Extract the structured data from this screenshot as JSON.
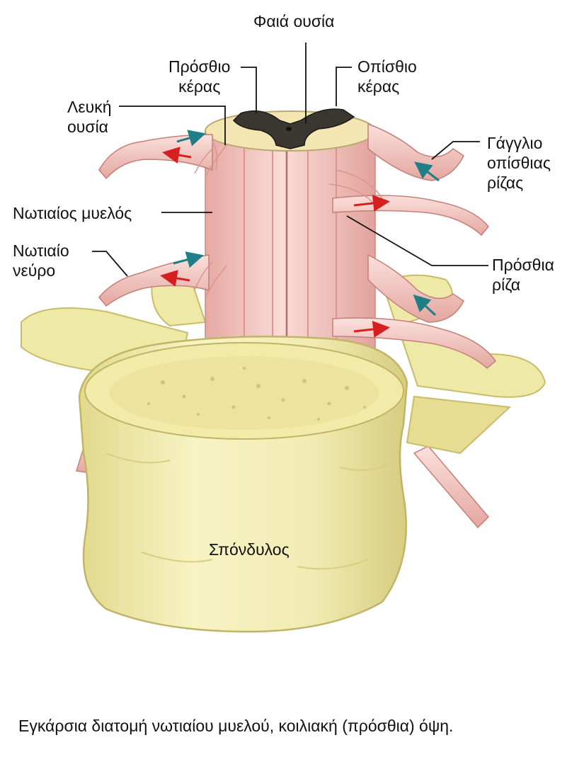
{
  "labels": {
    "gray_matter": "Φαιά ουσία",
    "anterior_horn": [
      "Πρόσθιο",
      "κέρας"
    ],
    "posterior_horn": [
      "Οπίσθιο",
      "κέρας"
    ],
    "white_matter": [
      "Λευκή",
      "ουσία"
    ],
    "dorsal_root_ganglion": [
      "Γάγγλιο",
      "οπίσθιας",
      "ρίζας"
    ],
    "spinal_cord": "Νωτιαίος μυελός",
    "spinal_nerve": [
      "Νωτιαίο",
      "νεύρο"
    ],
    "anterior_root": [
      "Πρόσθια",
      "ρίζα"
    ],
    "vertebra": "Σπόνδυλος"
  },
  "caption": "Εγκάρσια διατομή νωτιαίου μυελού, κοιλιακή (πρόσθια) όψη.",
  "colors": {
    "bone": "#f3efb0",
    "bone_shadow": "#d8cf7c",
    "cord": "#f6c9c4",
    "cord_shadow": "#d99a94",
    "gray_matter": "#33302a",
    "arrow_sensory": "#1f7f86",
    "arrow_motor": "#d62020",
    "leader": "#111111"
  }
}
